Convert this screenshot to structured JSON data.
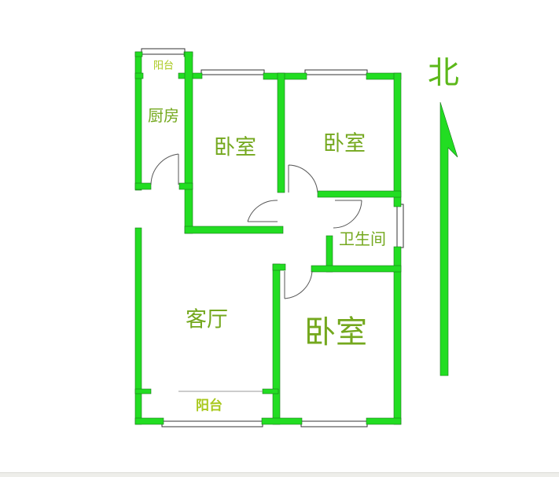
{
  "colors": {
    "wall": "#22dd22",
    "label": "#74a81e",
    "balcony_label": "#a8c81c",
    "north": "#5cb81a"
  },
  "rooms": {
    "balcony_top": "阳台",
    "kitchen": "厨房",
    "bedroom_1": "卧室",
    "bedroom_2": "卧室",
    "bathroom": "卫生间",
    "living_room": "客厅",
    "bedroom_3": "卧室",
    "balcony_bottom": "阳台"
  },
  "compass": {
    "label": "北",
    "icon": "north-arrow-icon"
  }
}
